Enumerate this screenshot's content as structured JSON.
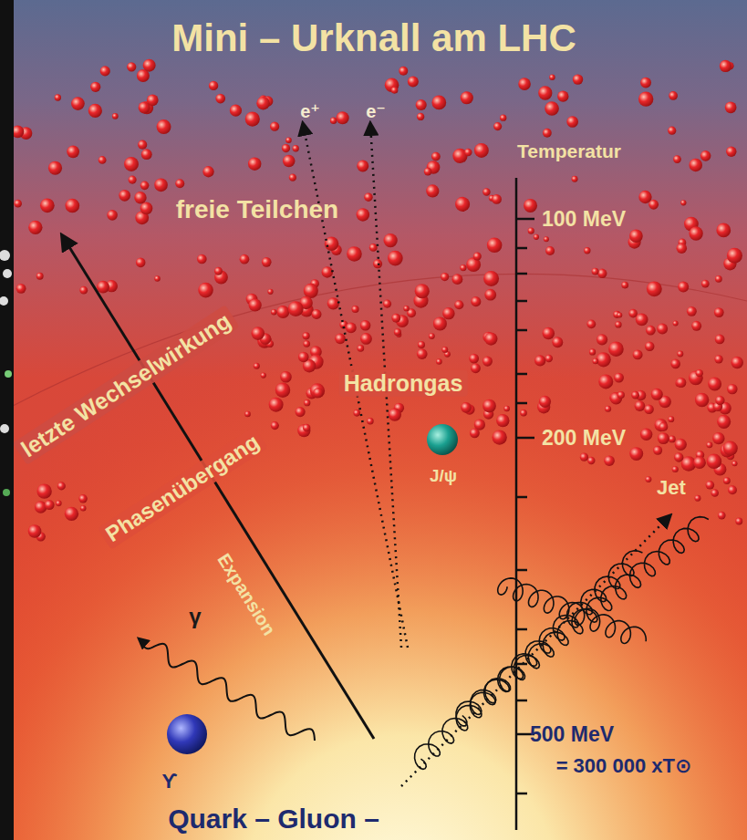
{
  "diagram": {
    "title": "Mini – Urknall am LHC",
    "labels": [
      "e⁺",
      "e⁻",
      "Temperatur",
      "freie Teilchen",
      "100 MeV",
      "letzte Wechselwirkung",
      "Hadrongas",
      "200 MeV",
      "J/ψ",
      "Jet",
      "Phasenübergang",
      "Expansion",
      "γ",
      "500 MeV",
      "= 300 000 xT⊙",
      "ϒ",
      "Quark – Gluon –"
    ]
  }
}
